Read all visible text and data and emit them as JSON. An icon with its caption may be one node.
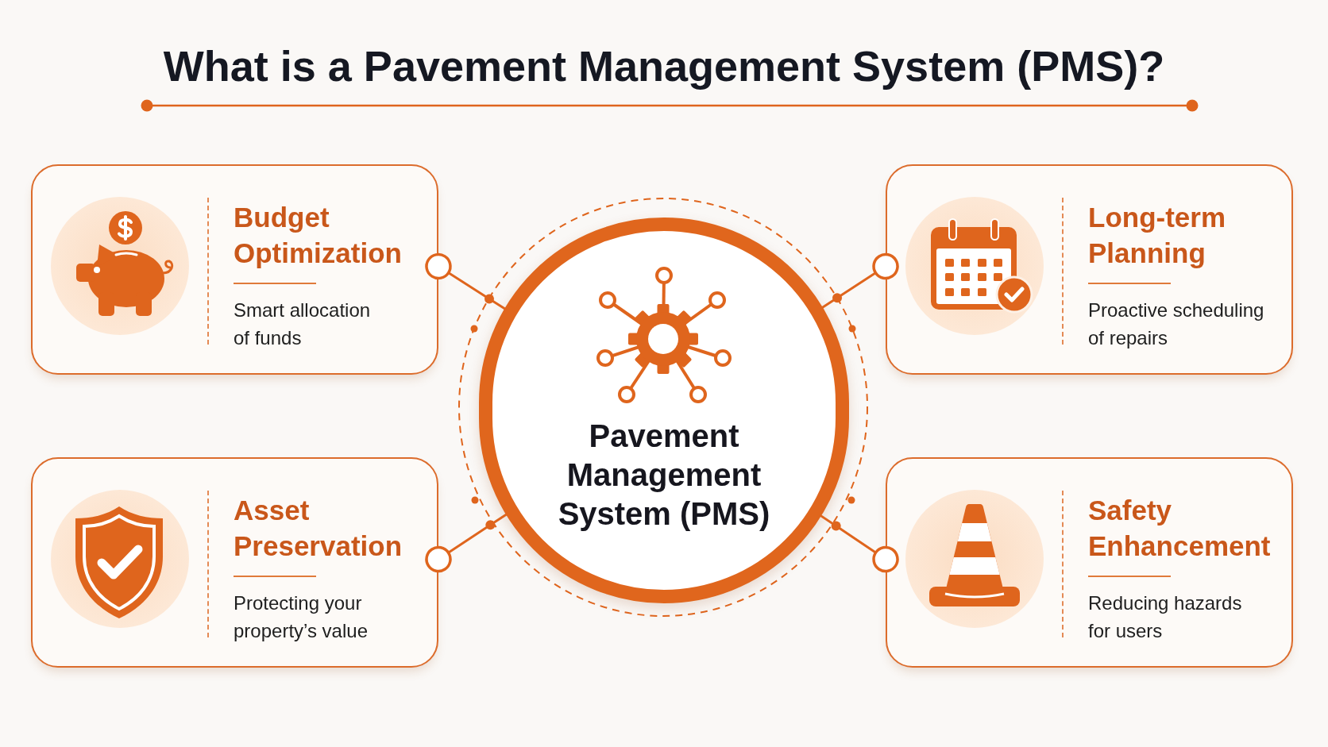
{
  "diagram": {
    "title": "What is a Pavement Management System (PMS)?",
    "nodes": [
      {
        "text": [
          "Budget Optimization",
          "Smart allocation of funds"
        ]
      },
      {
        "text": [
          "Pavement Management System (PMS)"
        ]
      },
      {
        "text": [
          "Long-term Planning",
          "Proactive scheduling of repairs"
        ]
      },
      {
        "text": [
          "Asset Preservation",
          "Protecting your property’s value"
        ]
      },
      {
        "text": [
          "Safety Enhancement",
          "Reducing hazards for users"
        ]
      }
    ],
    "edges": [
      {
        "from": 1,
        "to": 0,
        "arrow": "other"
      },
      {
        "from": 1,
        "to": 2,
        "arrow": "other"
      },
      {
        "from": 1,
        "to": 3,
        "arrow": "other"
      },
      {
        "from": 1,
        "to": 4,
        "arrow": "other"
      }
    ]
  }
}
